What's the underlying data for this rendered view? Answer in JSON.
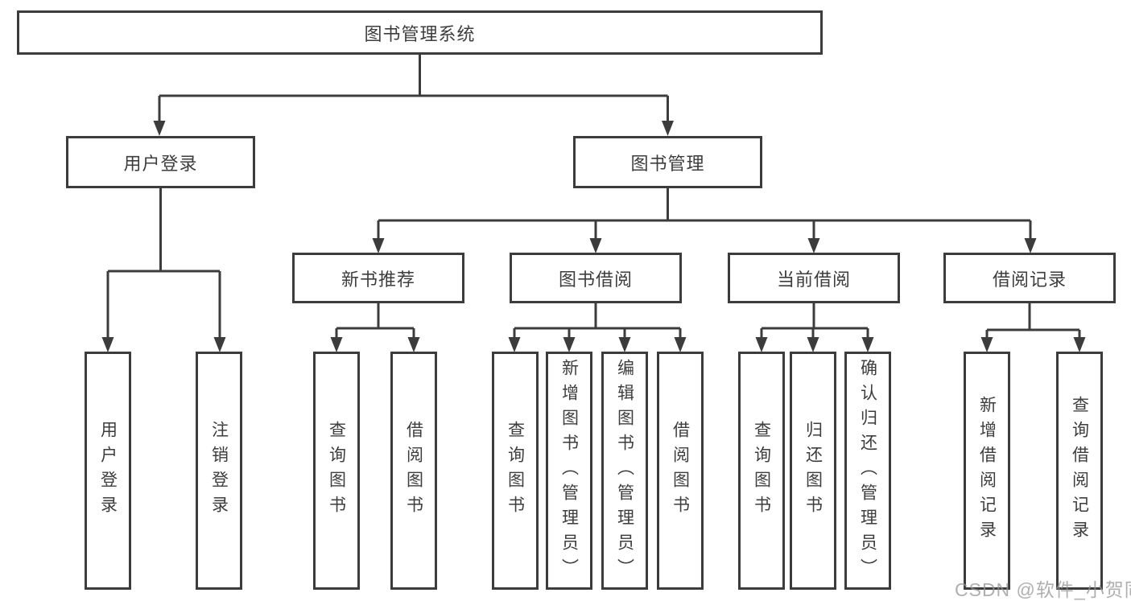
{
  "diagram_title": "图书管理系统",
  "tree": {
    "root": {
      "label": "图书管理系统",
      "children": [
        {
          "label": "用户登录",
          "children": [
            {
              "label": "用户登录"
            },
            {
              "label": "注销登录"
            }
          ]
        },
        {
          "label": "图书管理",
          "children": [
            {
              "label": "新书推荐",
              "children": [
                {
                  "label": "查询图书"
                },
                {
                  "label": "借阅图书"
                }
              ]
            },
            {
              "label": "图书借阅",
              "children": [
                {
                  "label": "查询图书"
                },
                {
                  "label": "新增图书（管理员）"
                },
                {
                  "label": "编辑图书（管理员）"
                },
                {
                  "label": "借阅图书"
                }
              ]
            },
            {
              "label": "当前借阅",
              "children": [
                {
                  "label": "查询图书"
                },
                {
                  "label": "归还图书"
                },
                {
                  "label": "确认归还（管理员）"
                }
              ]
            },
            {
              "label": "借阅记录",
              "children": [
                {
                  "label": "新增借阅记录"
                },
                {
                  "label": "查询借阅记录"
                }
              ]
            }
          ]
        }
      ]
    }
  },
  "watermark": "CSDN @软件_小贺同学",
  "colors": {
    "line": "#3c3c3c",
    "text": "#3d3d3d",
    "background": "#ffffff",
    "watermark": "#949494"
  }
}
